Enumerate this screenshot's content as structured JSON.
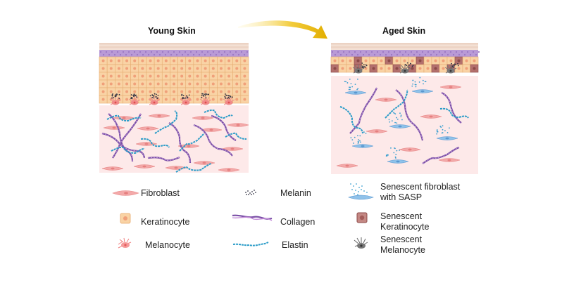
{
  "panels": {
    "young": {
      "title": "Young Skin"
    },
    "aged": {
      "title": "Aged Skin"
    }
  },
  "arrow": {
    "meaning": "young-to-aged",
    "color": "#e6b400"
  },
  "legend": {
    "fibroblast": "Fibroblast",
    "keratinocyte": "Keratinocyte",
    "melanocyte": "Melanocyte",
    "melanin": "Melanin",
    "collagen": "Collagen",
    "elastin": "Elastin",
    "senescent_fibroblast_line1": "Senescent fibroblast",
    "senescent_fibroblast_line2": "with SASP",
    "senescent_keratinocyte_line1": "Senescent",
    "senescent_keratinocyte_line2": "Keratinocyte",
    "senescent_melanocyte_line1": "Senescent",
    "senescent_melanocyte_line2": "Melanocyte"
  },
  "colors": {
    "stratum_corneum": "#ecd3c4",
    "granular_layer": "#b99ad6",
    "keratinocyte": "#f9d3a5",
    "keratinocyte_nucleus": "#f0a07a",
    "senescent_keratinocyte": "#b3706d",
    "dermis": "#fde9e9",
    "fibroblast": "#f3a9a9",
    "senescent_fibroblast": "#6aa6dd",
    "collagen": "#7a4fa6",
    "elastin": "#2b9cc8",
    "melanin": "#333344",
    "senescent_melanocyte": "#777777"
  }
}
